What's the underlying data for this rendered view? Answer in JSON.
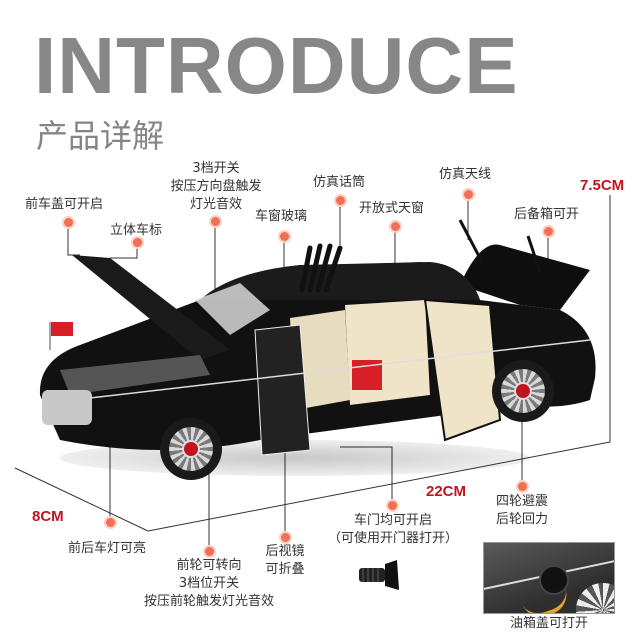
{
  "header": {
    "title": "INTRODUCE",
    "subtitle": "产品详解"
  },
  "dimensions": {
    "height": "7.5CM",
    "width": "8CM",
    "length": "22CM",
    "color": "#c0151f"
  },
  "features": {
    "hood": "前车盖可开启",
    "emblem": "立体车标",
    "switch_lines": [
      "3档开关",
      "按压方向盘触发",
      "灯光音效"
    ],
    "window": "车窗玻璃",
    "microphone": "仿真话筒",
    "sunroof": "开放式天窗",
    "antenna": "仿真天线",
    "trunk": "后备箱可开",
    "lights": "前后车灯可亮",
    "front_wheel_lines": [
      "前轮可转向",
      "3档位开关",
      "按压前轮触发灯光音效"
    ],
    "mirror_lines": [
      "后视镜",
      "可折叠"
    ],
    "doors_lines": [
      "车门均可开启",
      "（可使用开门器打开）"
    ],
    "suspension_lines": [
      "四轮避震",
      "后轮回力"
    ],
    "fuel_cap": "油箱盖可打开"
  },
  "colors": {
    "title_gray": "#878787",
    "dot_orange": "#f07055",
    "car_black": "#111111",
    "interior_beige": "#efe3c8",
    "flag_red": "#d61f26"
  }
}
